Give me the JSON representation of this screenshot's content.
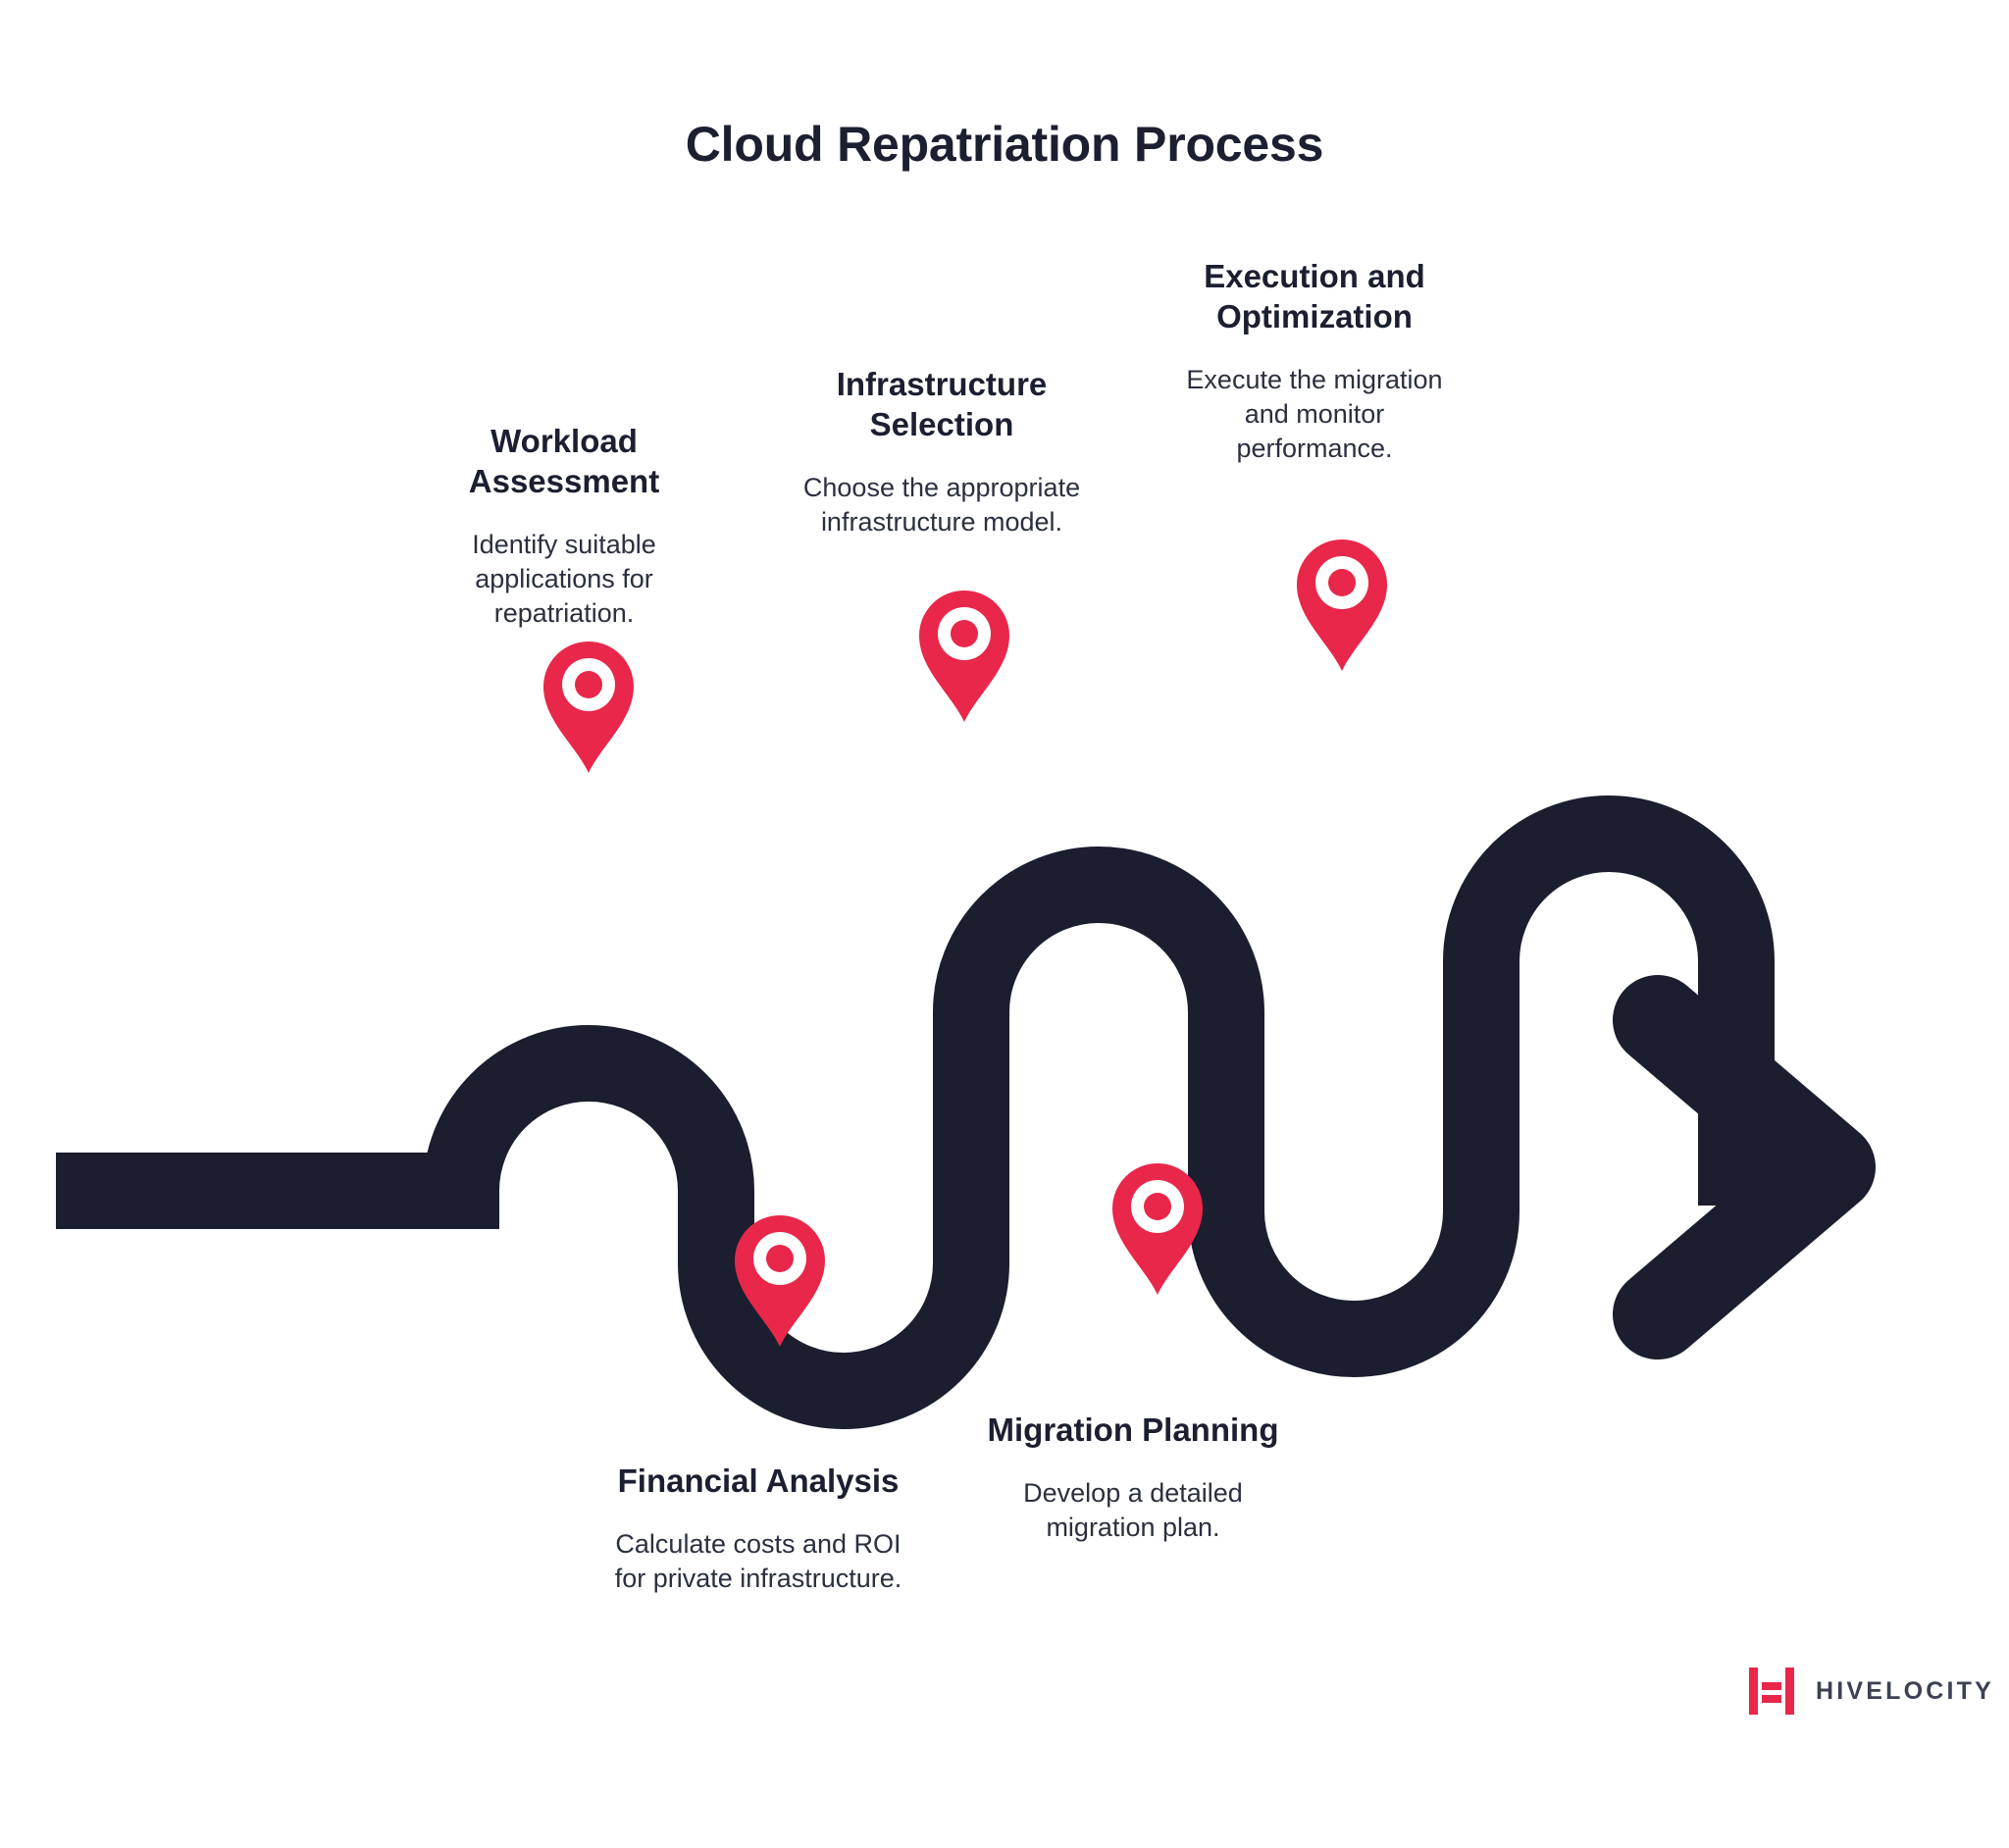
{
  "title": "Cloud Repatriation Process",
  "colors": {
    "path": "#1a1e2e",
    "pin": "#e8274b",
    "pin_inner": "#ffffff",
    "text_dark": "#1b1f30",
    "text_body": "#2b3040",
    "background": "#ffffff",
    "logo_red": "#e8274b",
    "logo_word": "#3c4253"
  },
  "steps": [
    {
      "title": "Workload Assessment",
      "description": "Identify suitable applications for repatriation.",
      "marker": "map-pin-icon",
      "position": "above"
    },
    {
      "title": "Infrastructure Selection",
      "description": "Choose the appropriate infrastructure model.",
      "marker": "map-pin-icon",
      "position": "above"
    },
    {
      "title": "Execution and Optimization",
      "description": "Execute the migration and monitor performance.",
      "marker": "map-pin-icon",
      "position": "above"
    },
    {
      "title": "Financial Analysis",
      "description": "Calculate costs and ROI for private infrastructure.",
      "marker": "map-pin-icon",
      "position": "below"
    },
    {
      "title": "Migration Planning",
      "description": "Develop a detailed migration plan.",
      "marker": "map-pin-icon",
      "position": "below"
    }
  ],
  "logo": {
    "wordmark": "HIVELOCITY",
    "mark": "hivelocity-bars-icon"
  }
}
